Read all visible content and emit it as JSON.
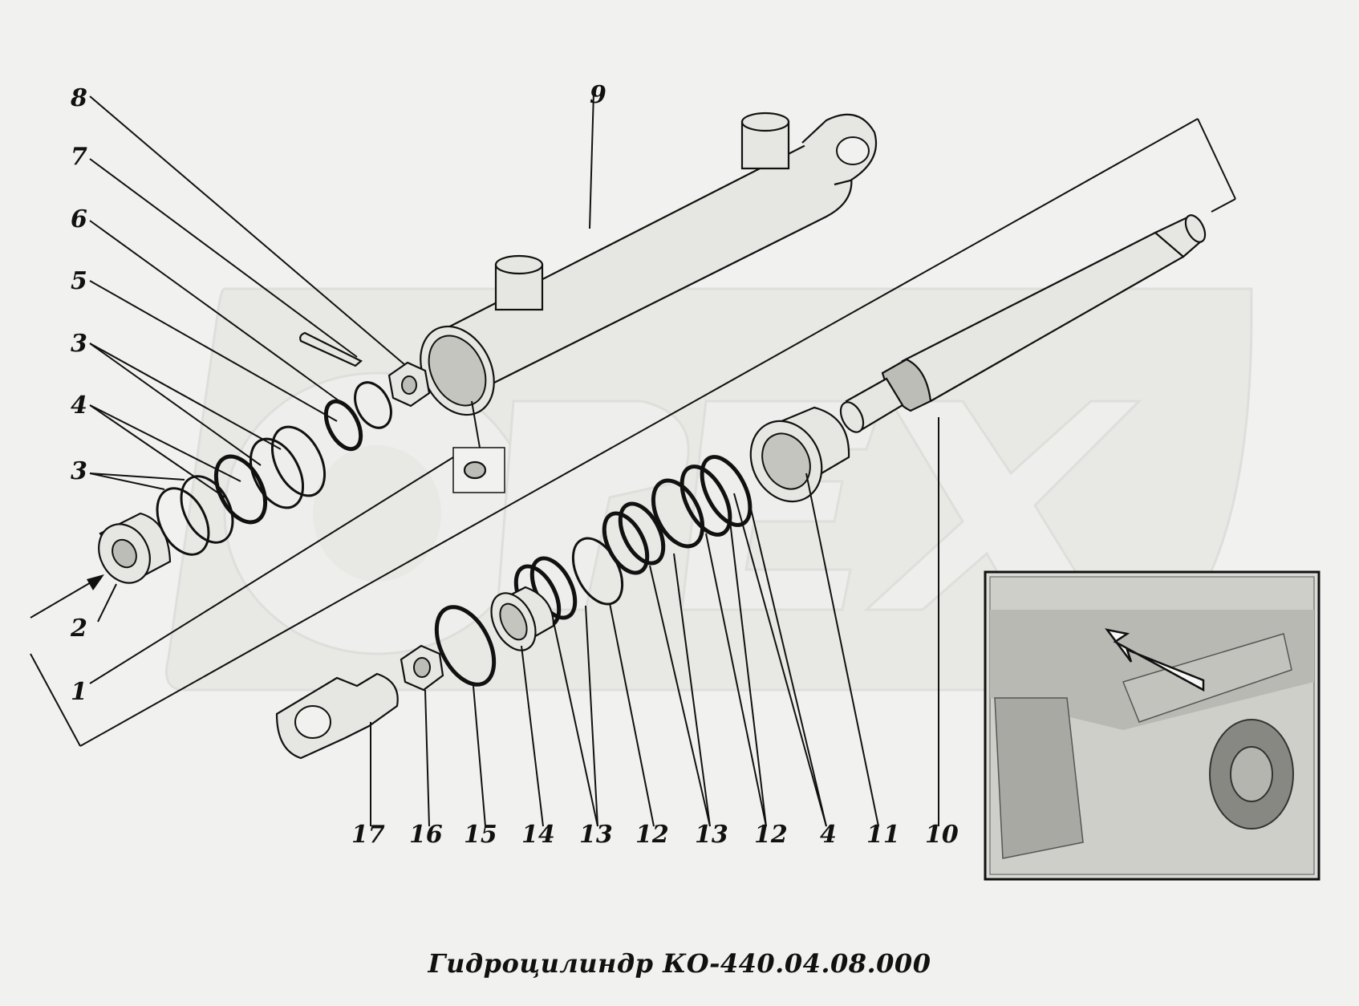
{
  "caption": "Гидроцилиндр КО-440.04.08.000",
  "watermark": "OPEX",
  "labels": {
    "l1": "1",
    "l2": "2",
    "l3a": "3",
    "l3b": "3",
    "l4a": "4",
    "l5": "5",
    "l6": "6",
    "l7": "7",
    "l8": "8",
    "l9": "9",
    "b17": "17",
    "b16": "16",
    "b15": "15",
    "b14": "14",
    "b13a": "13",
    "b12a": "12",
    "b13b": "13",
    "b12b": "12",
    "b4": "4",
    "b11": "11",
    "b10": "10"
  }
}
